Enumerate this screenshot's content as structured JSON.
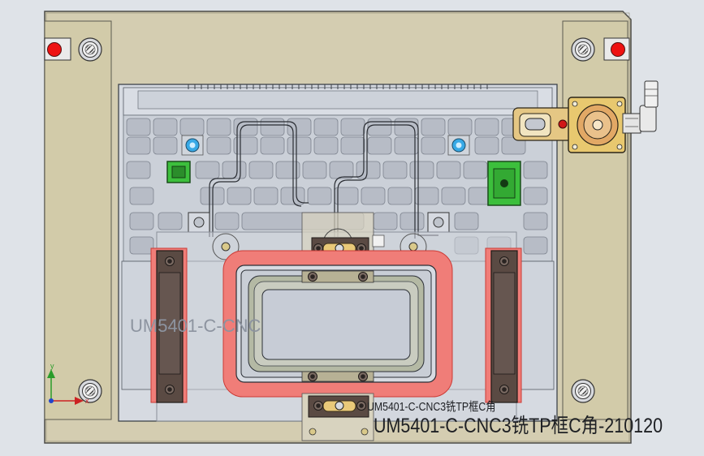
{
  "drawing": {
    "label_main": "UM5401-C-CNC3铣TP框C角-210120",
    "label_small": "UM5401-C-CNC3铣TP框C角",
    "label_ghost": "UM5401-C-CNC",
    "axis_x": "x",
    "axis_y": "y"
  },
  "colors": {
    "background": "#dfe3e8",
    "base_plate": "#cfc7a8",
    "laptop_body": "#cdd2da",
    "keys": "#b9bec8",
    "tp_window": "#c7ccd6",
    "red_frame": "#f07d78",
    "clamp_dark": "#5a4a43",
    "green_block": "#3cbf3c",
    "cyan_pin": "#37a9e6",
    "stop_red": "#ee1111",
    "cylinder_brass": "#e9c979"
  },
  "icons": {
    "screw": "screw-icon",
    "stopper": "stopper-icon",
    "fitting": "air-fitting-icon",
    "triad": "coordinate-triad-icon"
  }
}
